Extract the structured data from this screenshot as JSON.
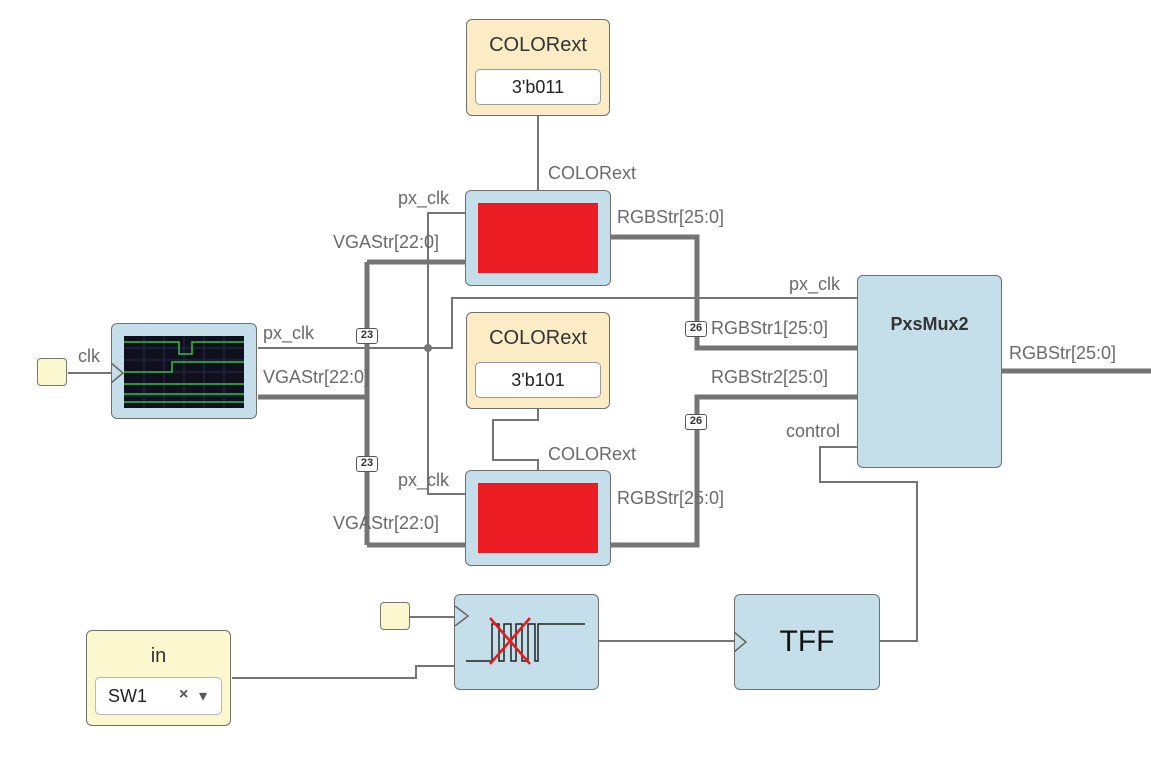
{
  "colorext_top": {
    "title": "COLORext",
    "value": "3'b011"
  },
  "colorext_mid": {
    "title": "COLORext",
    "value": "3'b101"
  },
  "display_top": {
    "in_color": "COLORext",
    "in_clk": "px_clk",
    "in_vga": "VGAStr[22:0]",
    "out": "RGBStr[25:0]"
  },
  "display_bot": {
    "in_color": "COLORext",
    "in_clk": "px_clk",
    "in_vga": "VGAStr[22:0]",
    "out": "RGBStr[25:0]"
  },
  "vga_gen": {
    "in_clk": "clk",
    "out_clk": "px_clk",
    "out_vga": "VGAStr[22:0]"
  },
  "mux": {
    "title": "PxsMux2",
    "in_clk": "px_clk",
    "in_1": "RGBStr1[25:0]",
    "in_2": "RGBStr2[25:0]",
    "in_ctrl": "control",
    "out": "RGBStr[25:0]"
  },
  "bus_widths": {
    "vga_top": "23",
    "vga_bot": "23",
    "rgb1": "26",
    "rgb2": "26"
  },
  "tff": {
    "label": "TFF"
  },
  "input_block": {
    "title": "in",
    "selected": "SW1",
    "clear": "×",
    "caret": "▾"
  },
  "colors": {
    "block_fill": "#c5dfea",
    "const_fill": "#fcecc6",
    "input_fill": "#fbf8cf",
    "screen_red": "#ec1c24",
    "wire": "#6f6f6f"
  }
}
